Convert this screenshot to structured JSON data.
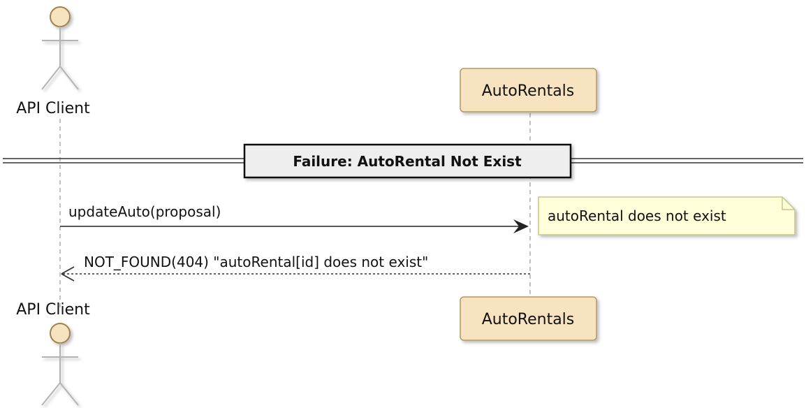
{
  "diagram": {
    "participants": {
      "client": {
        "label": "API Client",
        "kind": "actor"
      },
      "service": {
        "label": "AutoRentals",
        "kind": "participant"
      }
    },
    "divider": {
      "title": "Failure: AutoRental Not Exist"
    },
    "messages": [
      {
        "from": "client",
        "to": "service",
        "label": "updateAuto(proposal)",
        "style": "solid"
      },
      {
        "from": "service",
        "to": "client",
        "label": "NOT_FOUND(404) \"autoRental[id] does not exist\"",
        "style": "dashed"
      }
    ],
    "note": {
      "attached_to": "service",
      "text": "autoRental does not exist"
    },
    "colors": {
      "participant_fill": "#F8E3C0",
      "participant_border": "#B39862",
      "actor_head_fill": "#F8E3C0",
      "actor_head_border": "#9E8250",
      "actor_body": "#B3B3B3",
      "note_fill": "#FEFED8",
      "note_border": "#C5C58A",
      "divider_fill": "#EEEEEE",
      "lifeline": "#9A9A9A"
    }
  }
}
